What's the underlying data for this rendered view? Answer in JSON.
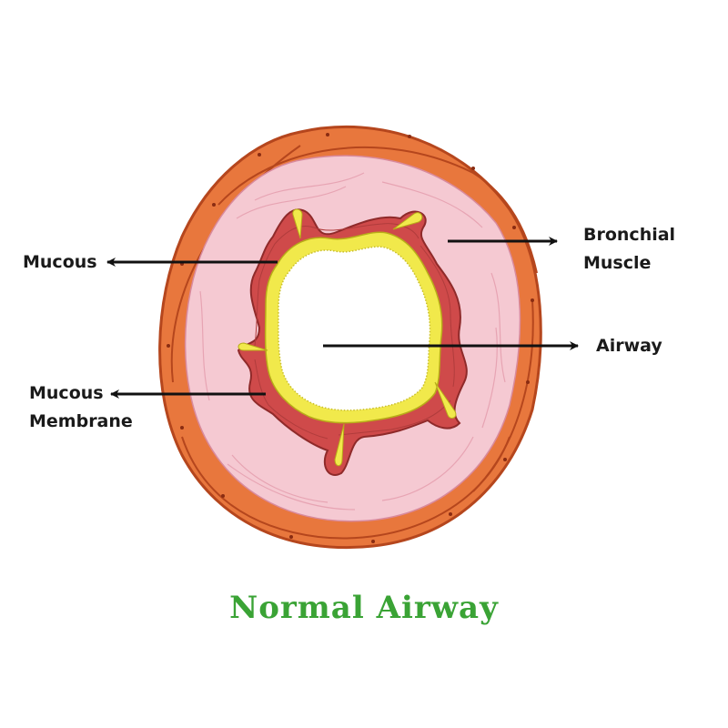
{
  "title": "Normal Airway",
  "labels": {
    "mucous": "Mucous",
    "mucous_membrane": [
      "Mucous",
      "Membrane"
    ],
    "bronchial_muscle": [
      "Bronchial",
      "Muscle"
    ],
    "airway": "Airway"
  },
  "colors": {
    "title": "#3aa335",
    "muscle_band": "#e8773d",
    "muscle_outline": "#b5461d",
    "muscle_nuclei": "#8a2c12",
    "submucosa": "#f5c9d2",
    "submucosa_streaks": "#e7a4b3",
    "epithelium": "#cf4a4a",
    "epithelium_cells": "#b03c3c",
    "mucus": "#f1e94b",
    "lumen": "#ffffff",
    "arrows": "#111111",
    "label_text": "#1a1a1a"
  }
}
